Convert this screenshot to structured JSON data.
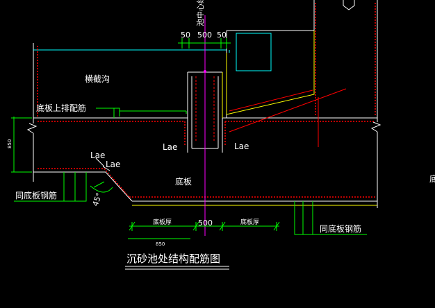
{
  "labels": {
    "axis_top": "池中心线",
    "dim_left": "50",
    "dim_mid": "500",
    "dim_right": "50",
    "trench": "横截沟",
    "top_rebar": "底板上排配筋",
    "lae_1": "Lae",
    "lae_2": "Lae",
    "lae_3": "Lae",
    "lae_4": "Lae",
    "slab": "底板",
    "same_rebar_left": "同底板钢筋",
    "same_rebar_right": "同底板钢筋",
    "angle": "45°",
    "thickness_left": "底板厚",
    "dim_bottom_mid": "500",
    "thickness_right": "底板厚",
    "left_vertical_dim": "850",
    "bottom_small_dim": "850",
    "title": "沉砂池处结构配筋图",
    "edge_mark": "底"
  },
  "colors": {
    "background": "#000000",
    "white": "#ffffff",
    "green": "#00ff00",
    "red": "#ff0000",
    "yellow": "#ffff00",
    "cyan": "#00ffff",
    "magenta": "#ff00ff",
    "gray": "#c8c8c8"
  }
}
